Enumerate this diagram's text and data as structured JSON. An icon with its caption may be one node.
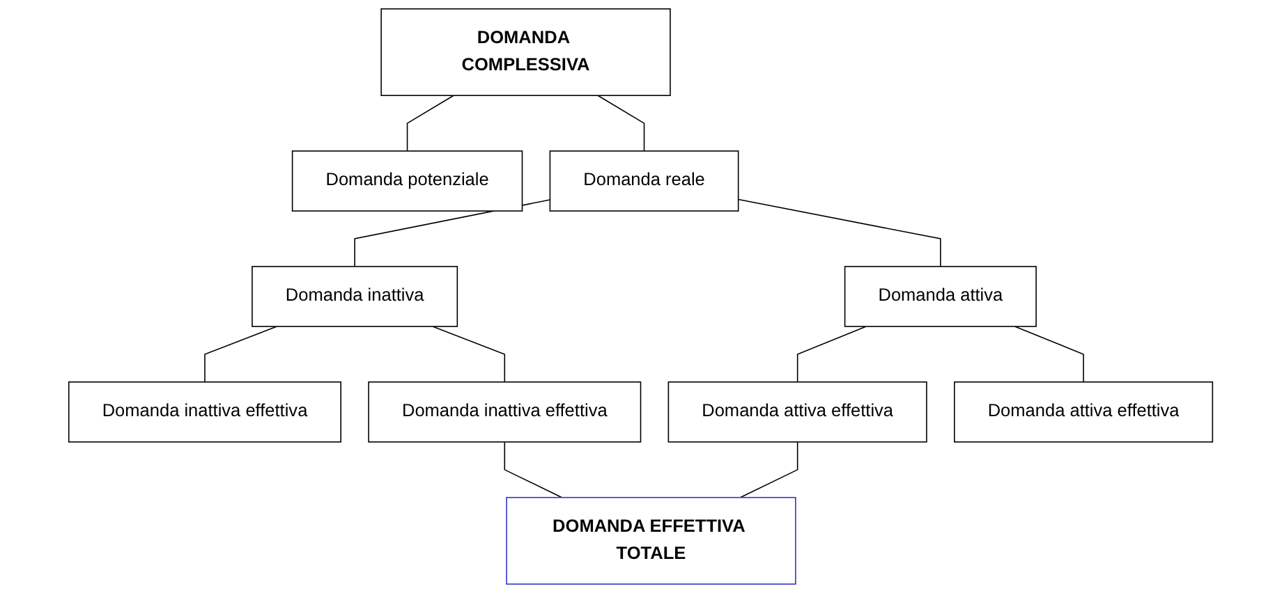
{
  "diagram": {
    "nodes": [
      {
        "text": [
          "DOMANDA COMPLESSIVA"
        ]
      },
      {
        "text": [
          "Domanda potenziale"
        ]
      },
      {
        "text": [
          "Domanda reale"
        ]
      },
      {
        "text": [
          "Domanda inattiva"
        ]
      },
      {
        "text": [
          "Domanda attiva"
        ]
      },
      {
        "text": [
          "Domanda inattiva effettiva"
        ]
      },
      {
        "text": [
          "Domanda inattiva effettiva"
        ]
      },
      {
        "text": [
          "Domanda attiva effettiva"
        ]
      },
      {
        "text": [
          "Domanda attiva effettiva"
        ]
      },
      {
        "text": [
          "DOMANDA EFFETTIVA TOTALE"
        ]
      }
    ],
    "edges": [
      {
        "from": 0,
        "to": 1,
        "arrow": "none"
      },
      {
        "from": 0,
        "to": 2,
        "arrow": "none"
      },
      {
        "from": 2,
        "to": 3,
        "arrow": "none"
      },
      {
        "from": 2,
        "to": 4,
        "arrow": "none"
      },
      {
        "from": 3,
        "to": 5,
        "arrow": "none"
      },
      {
        "from": 3,
        "to": 6,
        "arrow": "none"
      },
      {
        "from": 4,
        "to": 7,
        "arrow": "none"
      },
      {
        "from": 4,
        "to": 8,
        "arrow": "none"
      },
      {
        "from": 6,
        "to": 9,
        "arrow": "none"
      },
      {
        "from": 7,
        "to": 9,
        "arrow": "none"
      }
    ]
  }
}
